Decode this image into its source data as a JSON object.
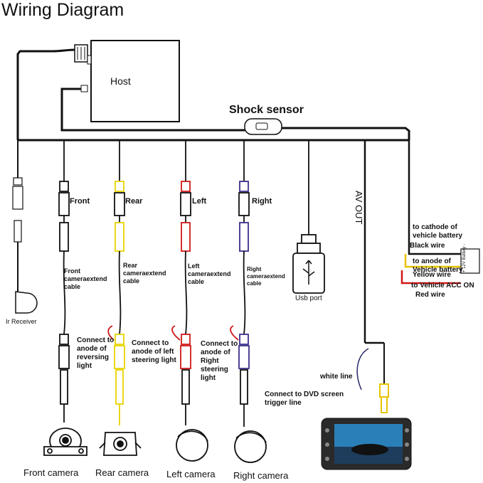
{
  "title": "Wiring Diagram",
  "host_label": "Host",
  "shock_sensor_label": "Shock sensor",
  "av_out_label": "AV OUT",
  "channels": {
    "front": "Front",
    "rear": "Rear",
    "left": "Left",
    "right": "Right"
  },
  "extend_cables": {
    "front": [
      "Front",
      "cameraextend",
      "cable"
    ],
    "rear": [
      "Rear",
      "cameraextend",
      "cable"
    ],
    "left": [
      "Left",
      "cameraextend",
      "cable"
    ],
    "right": [
      "Right",
      "cameraextend",
      "cable"
    ]
  },
  "connect_notes": {
    "rear": [
      "Connect to",
      "anode of",
      "reversing",
      "light"
    ],
    "left": [
      "Connect to",
      "anode of left",
      "steering light"
    ],
    "right": [
      "Connect to",
      "anode of",
      "Right",
      "steering",
      "light"
    ]
  },
  "usb_port_label": "Usb port",
  "ir_receiver_label": "Ir Receiver",
  "power": {
    "cathode": [
      "to cathode of",
      "vehicle battery"
    ],
    "black_wire": "Black wire",
    "anode": [
      "to anode of",
      "Vehicle battery"
    ],
    "yellow_wire": "Yellow wire",
    "acc": "to Vehicle ACC ON",
    "red_wire": "Red wire",
    "battery_mark": "+ 12V Battery -"
  },
  "white_line_label": "white line",
  "dvd_trigger": [
    "Connect to DVD screen",
    "trigger line"
  ],
  "cameras": {
    "front": "Front camera",
    "rear": "Rear camera",
    "left": "Left camera",
    "right": "Right camera"
  },
  "colors": {
    "wire": "#111111",
    "front": "#222222",
    "rear": "#e8d400",
    "left": "#d01818",
    "right": "#3a2f8a",
    "yellow_wire": "#e8c400",
    "red_wire": "#d01818"
  }
}
